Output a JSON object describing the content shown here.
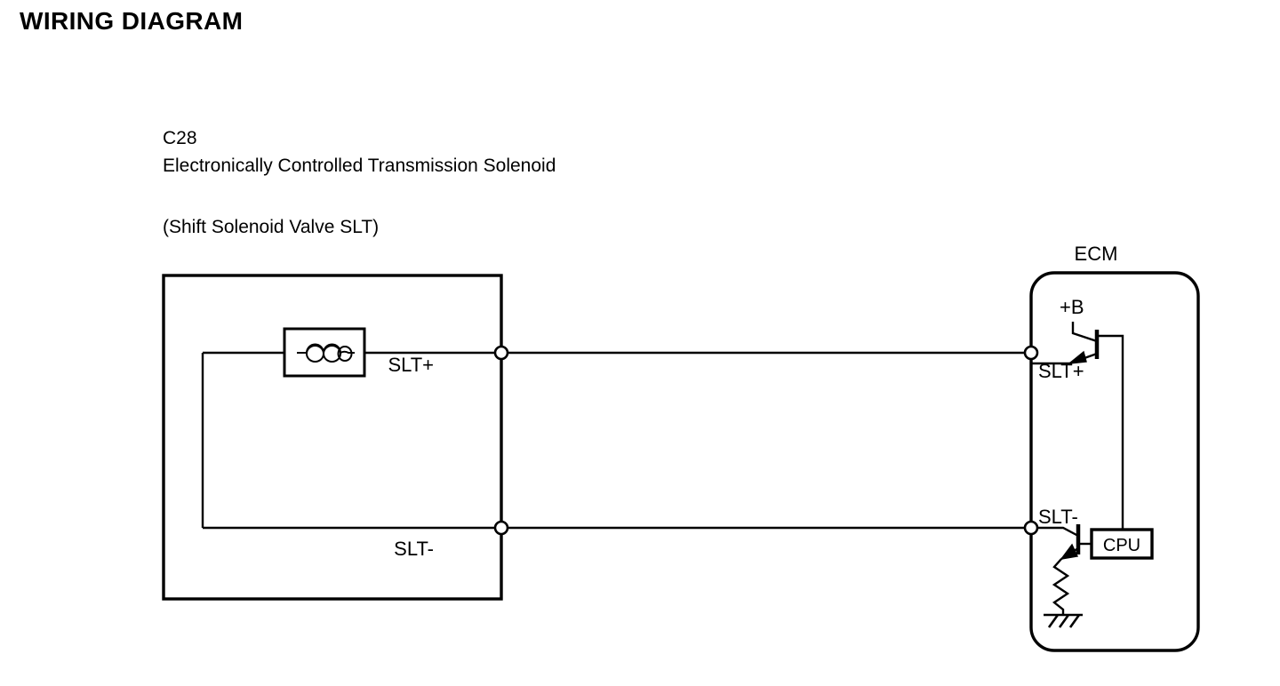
{
  "page": {
    "title": "WIRING DIAGRAM"
  },
  "component": {
    "connector_id": "C28",
    "name": "Electronically Controlled Transmission Solenoid",
    "subtitle": "(Shift Solenoid Valve SLT)",
    "terminals": [
      {
        "label": "SLT+"
      },
      {
        "label": "SLT-"
      }
    ],
    "symbol": "solenoid-coil-icon"
  },
  "ecm": {
    "title": "ECM",
    "power_label": "+B",
    "cpu_label": "CPU",
    "terminals": [
      {
        "label": "SLT+"
      },
      {
        "label": "SLT-"
      }
    ],
    "symbols": {
      "transistor_high": "pnp-transistor-icon",
      "transistor_low": "npn-transistor-icon",
      "resistor": "resistor-icon",
      "ground": "ground-icon"
    }
  },
  "colors": {
    "line": "#000000",
    "background": "#ffffff"
  }
}
